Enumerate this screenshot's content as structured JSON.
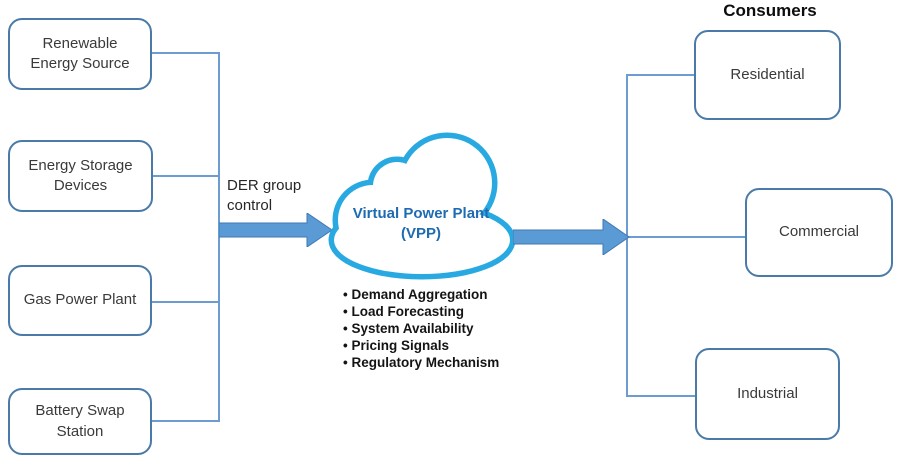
{
  "diagram": {
    "sources": [
      "Renewable Energy Source",
      "Energy Storage Devices",
      "Gas Power Plant",
      "Battery Swap Station"
    ],
    "flow_label": "DER group control",
    "cloud": {
      "title": "Virtual Power Plant",
      "subtitle": "(VPP)",
      "functions": [
        "Demand Aggregation",
        "Load Forecasting",
        "System Availability",
        "Pricing Signals",
        "Regulatory Mechanism"
      ]
    },
    "consumers": {
      "heading": "Consumers",
      "items": [
        "Residential",
        "Commercial",
        "Industrial"
      ]
    },
    "colors": {
      "box_border": "#4a7aa8",
      "connector_line": "#6c9cd2",
      "arrow_fill": "#5b9bd5",
      "arrow_outline": "#4177b4",
      "cloud_outline": "#29a9e1",
      "cloud_text": "#1f6bb2",
      "label_text": "#3a3a3a"
    }
  }
}
